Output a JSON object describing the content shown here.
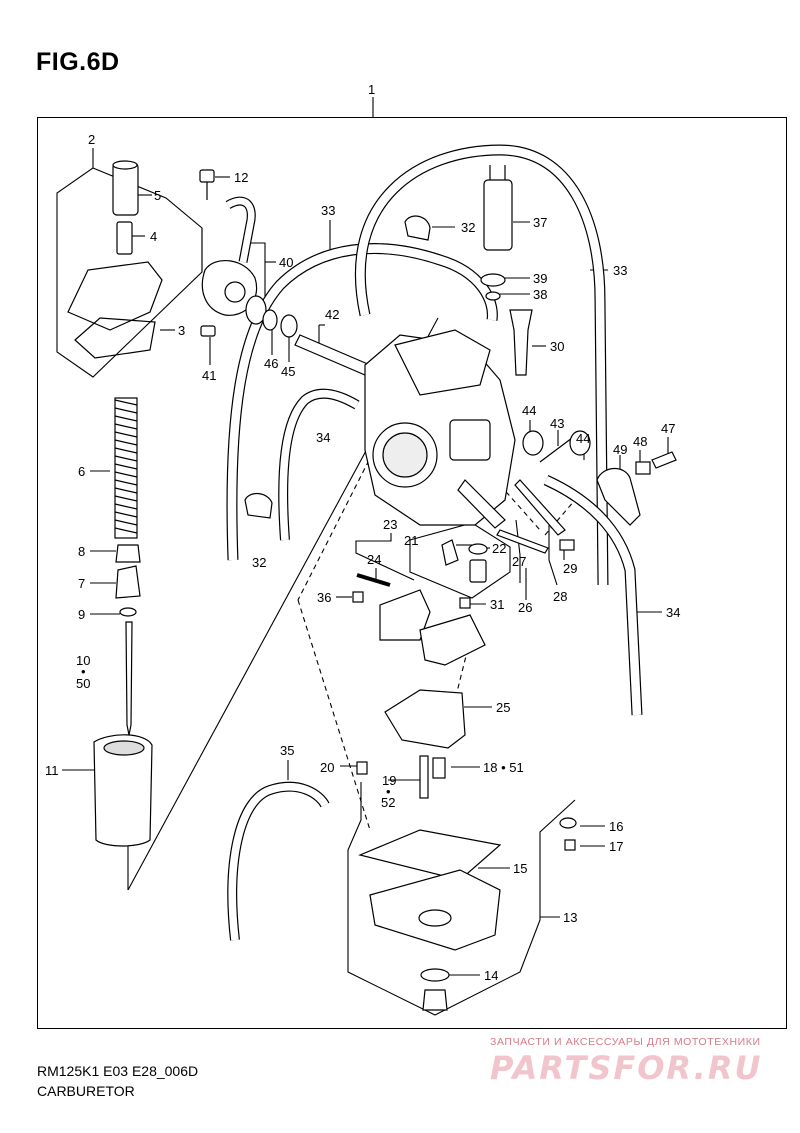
{
  "figure": {
    "title": "FIG.6D"
  },
  "footer": {
    "model_code": "RM125K1 E03 E28_006D",
    "part_name": "CARBURETOR"
  },
  "watermark": {
    "tagline": "ЗАПЧАСТИ И АКСЕССУАРЫ ДЛЯ МОТОТЕХНИКИ",
    "logo_text": "PARTSFOR.RU"
  },
  "callouts": [
    {
      "id": "c1",
      "text": "1"
    },
    {
      "id": "c2",
      "text": "2"
    },
    {
      "id": "c3",
      "text": "3"
    },
    {
      "id": "c4",
      "text": "4"
    },
    {
      "id": "c5",
      "text": "5"
    },
    {
      "id": "c6",
      "text": "6"
    },
    {
      "id": "c7",
      "text": "7"
    },
    {
      "id": "c8",
      "text": "8"
    },
    {
      "id": "c9",
      "text": "9"
    },
    {
      "id": "c10",
      "text": "10"
    },
    {
      "id": "c10dot",
      "text": "•"
    },
    {
      "id": "c50",
      "text": "50"
    },
    {
      "id": "c11",
      "text": "11"
    },
    {
      "id": "c12",
      "text": "12"
    },
    {
      "id": "c13",
      "text": "13"
    },
    {
      "id": "c14",
      "text": "14"
    },
    {
      "id": "c15",
      "text": "15"
    },
    {
      "id": "c16",
      "text": "16"
    },
    {
      "id": "c17",
      "text": "17"
    },
    {
      "id": "c1851",
      "text": "18 • 51"
    },
    {
      "id": "c19",
      "text": "19"
    },
    {
      "id": "c19dot",
      "text": "•"
    },
    {
      "id": "c52",
      "text": "52"
    },
    {
      "id": "c20",
      "text": "20"
    },
    {
      "id": "c21",
      "text": "21"
    },
    {
      "id": "c22",
      "text": "22"
    },
    {
      "id": "c23",
      "text": "23"
    },
    {
      "id": "c24",
      "text": "24"
    },
    {
      "id": "c25",
      "text": "25"
    },
    {
      "id": "c26",
      "text": "26"
    },
    {
      "id": "c27",
      "text": "27"
    },
    {
      "id": "c28",
      "text": "28"
    },
    {
      "id": "c29",
      "text": "29"
    },
    {
      "id": "c30",
      "text": "30"
    },
    {
      "id": "c31",
      "text": "31"
    },
    {
      "id": "c32a",
      "text": "32"
    },
    {
      "id": "c32b",
      "text": "32"
    },
    {
      "id": "c33a",
      "text": "33"
    },
    {
      "id": "c33b",
      "text": "33"
    },
    {
      "id": "c34a",
      "text": "34"
    },
    {
      "id": "c34b",
      "text": "34"
    },
    {
      "id": "c35",
      "text": "35"
    },
    {
      "id": "c36",
      "text": "36"
    },
    {
      "id": "c37",
      "text": "37"
    },
    {
      "id": "c38",
      "text": "38"
    },
    {
      "id": "c39",
      "text": "39"
    },
    {
      "id": "c40",
      "text": "40"
    },
    {
      "id": "c41",
      "text": "41"
    },
    {
      "id": "c42",
      "text": "42"
    },
    {
      "id": "c43",
      "text": "43"
    },
    {
      "id": "c44a",
      "text": "44"
    },
    {
      "id": "c44b",
      "text": "44"
    },
    {
      "id": "c45",
      "text": "45"
    },
    {
      "id": "c46",
      "text": "46"
    },
    {
      "id": "c47",
      "text": "47"
    },
    {
      "id": "c48",
      "text": "48"
    },
    {
      "id": "c49",
      "text": "49"
    }
  ]
}
